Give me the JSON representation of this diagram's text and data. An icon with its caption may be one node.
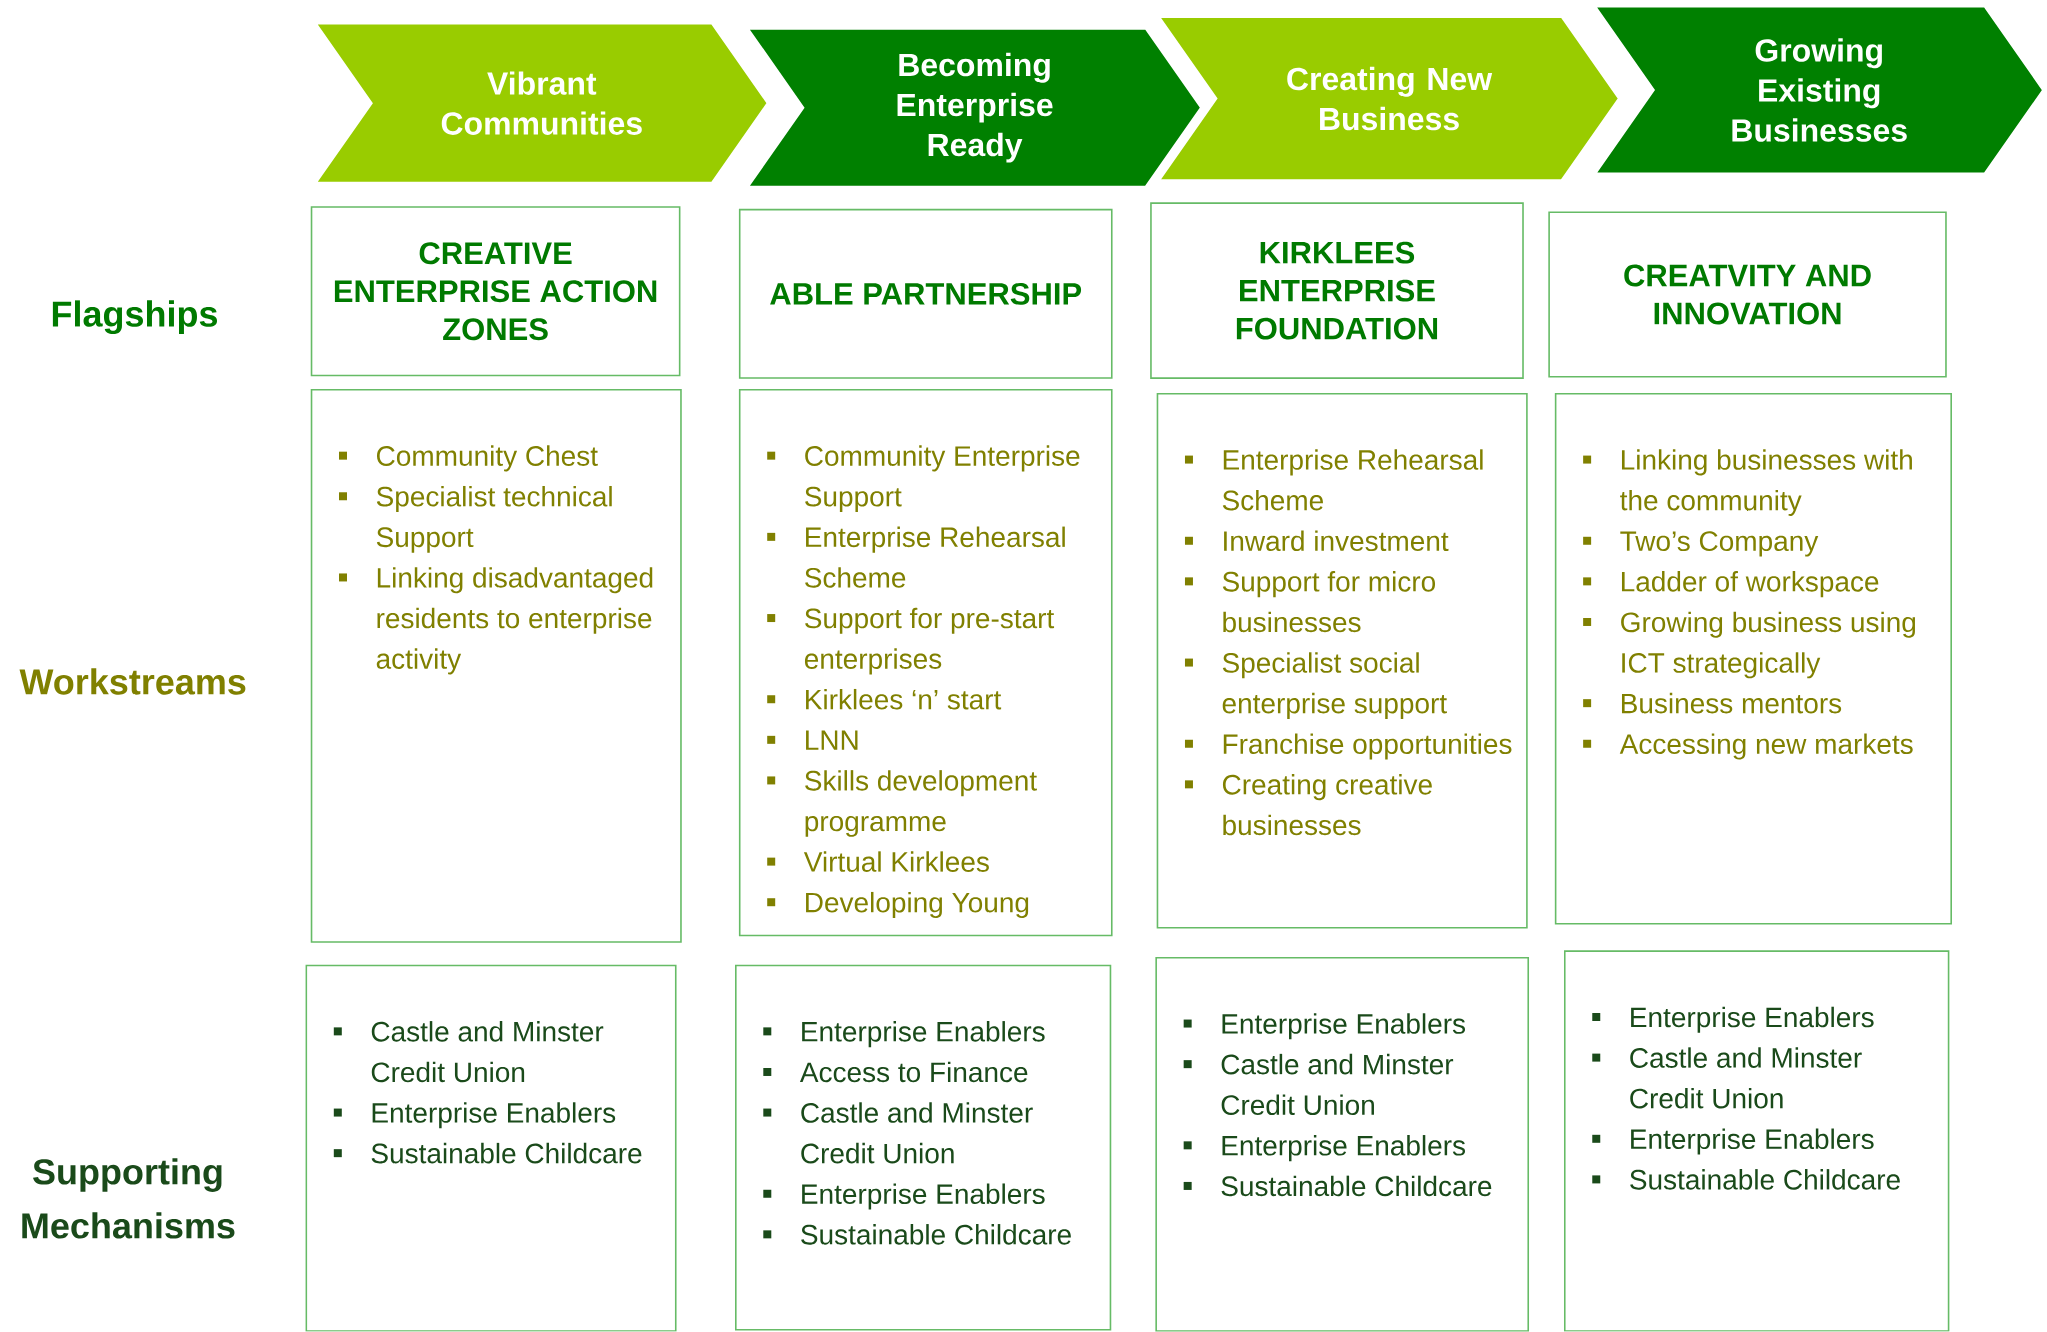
{
  "diagram": {
    "nodes": [
      {
        "text": [
          "Vibrant Communities"
        ]
      },
      {
        "text": [
          "Becoming Enterprise Ready"
        ]
      },
      {
        "text": [
          "Creating New Business"
        ]
      },
      {
        "text": [
          "Growing Existing Businesses"
        ]
      },
      {
        "text": [
          "CREATIVE ENTERPRISE ACTION ZONES"
        ]
      },
      {
        "text": [
          "ABLE PARTNERSHIP"
        ]
      },
      {
        "text": [
          "KIRKLEES ENTERPRISE FOUNDATION"
        ]
      },
      {
        "text": [
          "CREATVITY AND INNOVATION"
        ]
      },
      {
        "text": [
          "Community Chest",
          "Specialist technical Support",
          "Linking disadvantaged residents to enterprise activity"
        ]
      },
      {
        "text": [
          "Community Enterprise Support",
          "Enterprise Rehearsal Scheme",
          "Support for pre-start enterprises",
          "Kirklees ‘n’ start",
          "LNN",
          "Skills development programme",
          "Virtual Kirklees",
          "Developing Young"
        ]
      },
      {
        "text": [
          "Enterprise Rehearsal Scheme",
          "Inward investment",
          "Support for micro businesses",
          "Specialist social enterprise support",
          "Franchise opportunities",
          "Creating creative businesses"
        ]
      },
      {
        "text": [
          "Linking businesses with the community",
          "Two’s Company",
          "Ladder of workspace",
          "Growing business using ICT strategically",
          "Business mentors",
          "Accessing new markets"
        ]
      },
      {
        "text": [
          "Castle and Minster Credit Union",
          "Enterprise Enablers",
          "Sustainable Childcare"
        ]
      },
      {
        "text": [
          "Enterprise Enablers",
          "Access to Finance",
          "Castle and Minster Credit Union",
          "Enterprise Enablers",
          "Sustainable Childcare"
        ]
      },
      {
        "text": [
          "Enterprise Enablers",
          "Castle and Minster Credit Union",
          "Enterprise Enablers",
          "Sustainable Childcare"
        ]
      },
      {
        "text": [
          "Enterprise Enablers",
          "Castle and Minster Credit Union",
          "Enterprise Enablers",
          "Sustainable Childcare"
        ]
      }
    ],
    "labels": [
      "Flagships",
      "Workstreams",
      "Supporting Mechanisms"
    ]
  }
}
